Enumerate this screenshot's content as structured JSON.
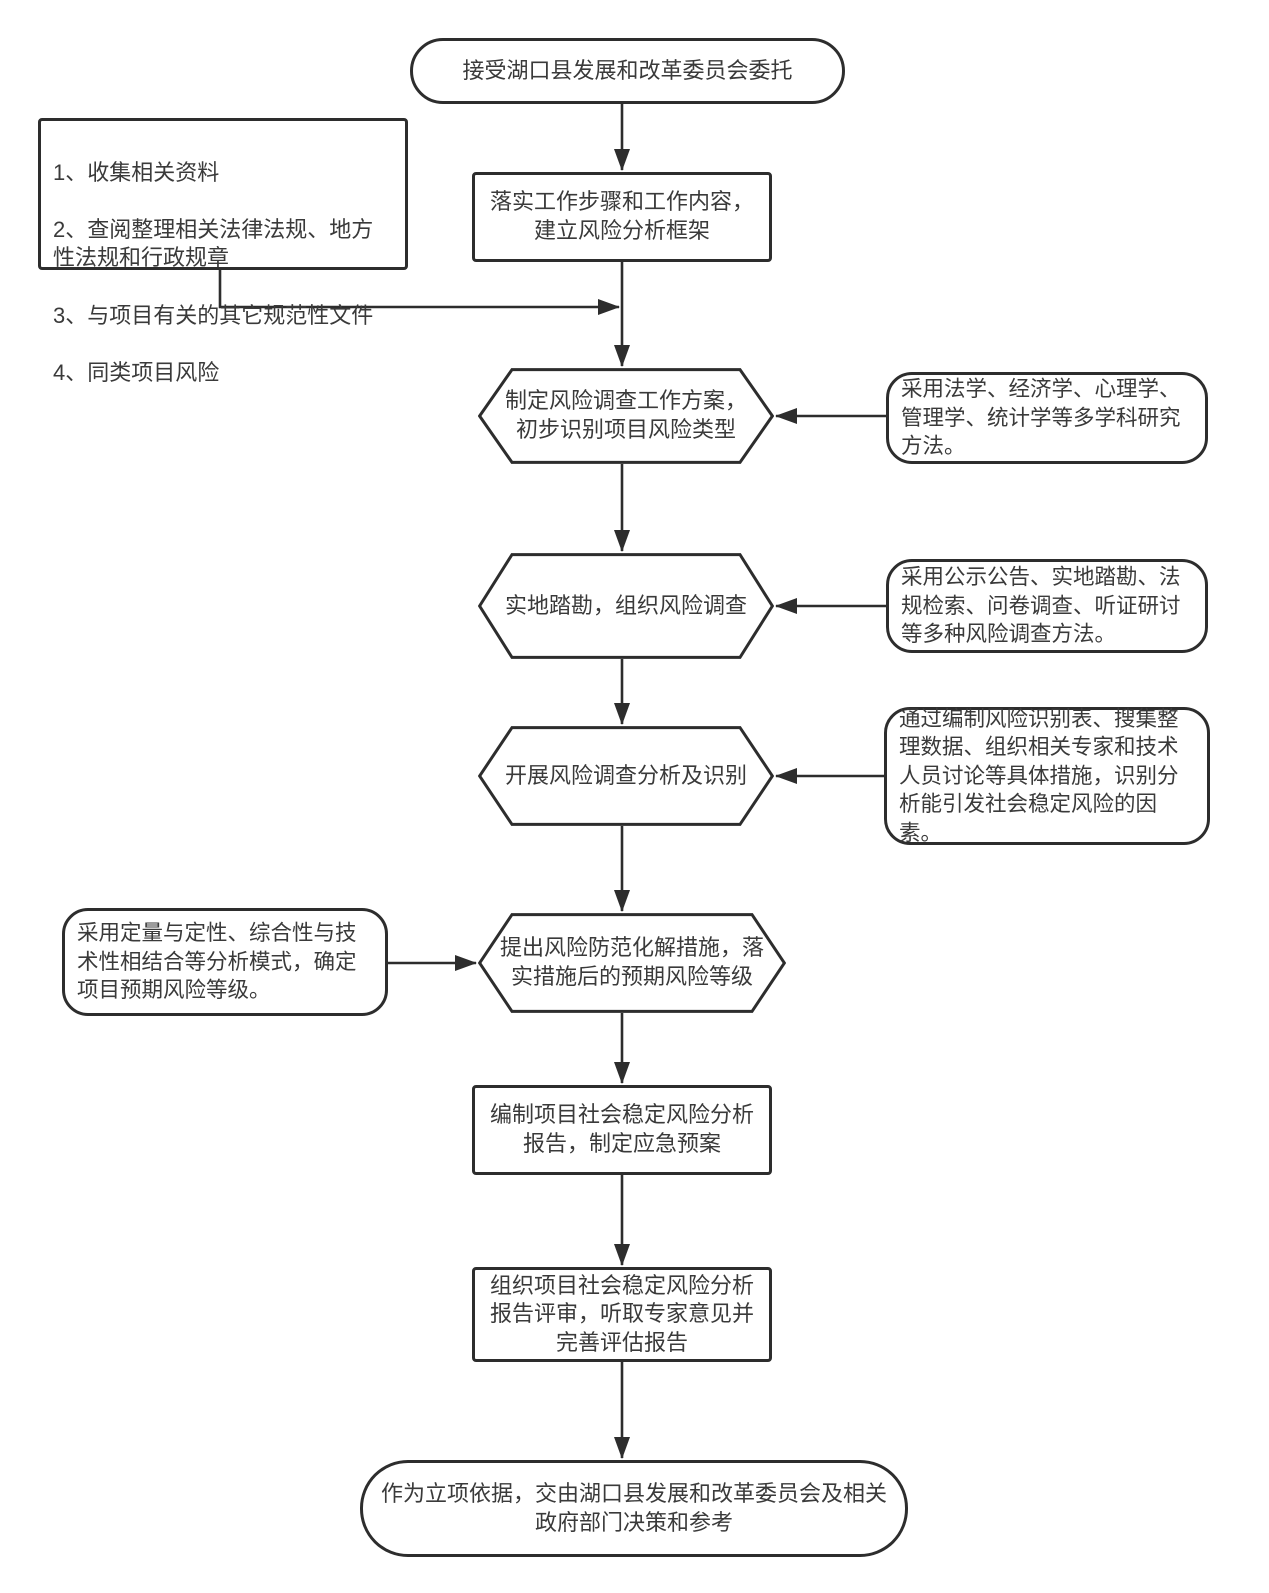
{
  "colors": {
    "line": "#2d2d2d",
    "text": "#3a3a3a",
    "background": "#ffffff"
  },
  "nodes": {
    "start": {
      "label": "接受湖口县发展和改革委员会委托"
    },
    "materials": {
      "lines": [
        "1、收集相关资料",
        "2、查阅整理相关法律法规、地方性法规和行政规章",
        "3、与项目有关的其它规范性文件",
        "4、同类项目风险"
      ]
    },
    "framework": {
      "label": "落实工作步骤和工作内容，\n建立风险分析框架"
    },
    "plan": {
      "label": "制定风险调查工作方案，\n初步识别项目风险类型"
    },
    "note_methods": {
      "label": "采用法学、经济学、心理学、管理学、统计学等多学科研究方法。"
    },
    "survey": {
      "label": "实地踏勘，组织风险调查"
    },
    "note_survey": {
      "label": "采用公示公告、实地踏勘、法规检索、问卷调查、听证研讨等多种风险调查方法。"
    },
    "analysis": {
      "label": "开展风险调查分析及识别"
    },
    "note_identify": {
      "label": "通过编制风险识别表、搜集整理数据、组织相关专家和技术人员讨论等具体措施，识别分析能引发社会稳定风险的因素。"
    },
    "note_model": {
      "label": "采用定量与定性、综合性与技术性相结合等分析模式，确定项目预期风险等级。"
    },
    "measures": {
      "label": "提出风险防范化解措施，落\n实措施后的预期风险等级"
    },
    "report": {
      "label": "编制项目社会稳定风险分析\n报告，制定应急预案"
    },
    "review": {
      "label": "组织项目社会稳定风险分析\n报告评审，听取专家意见并\n完善评估报告"
    },
    "end": {
      "label": "作为立项依据，交由湖口县发展和改革委员会及相关\n政府部门决策和参考"
    }
  },
  "edges": [
    {
      "from": "start",
      "to": "framework"
    },
    {
      "from": "materials",
      "to": "framework-plan-connector"
    },
    {
      "from": "framework",
      "to": "plan"
    },
    {
      "from": "note_methods",
      "to": "plan"
    },
    {
      "from": "plan",
      "to": "survey"
    },
    {
      "from": "note_survey",
      "to": "survey"
    },
    {
      "from": "survey",
      "to": "analysis"
    },
    {
      "from": "note_identify",
      "to": "analysis"
    },
    {
      "from": "analysis",
      "to": "measures"
    },
    {
      "from": "note_model",
      "to": "measures"
    },
    {
      "from": "measures",
      "to": "report"
    },
    {
      "from": "report",
      "to": "review"
    },
    {
      "from": "review",
      "to": "end"
    }
  ]
}
